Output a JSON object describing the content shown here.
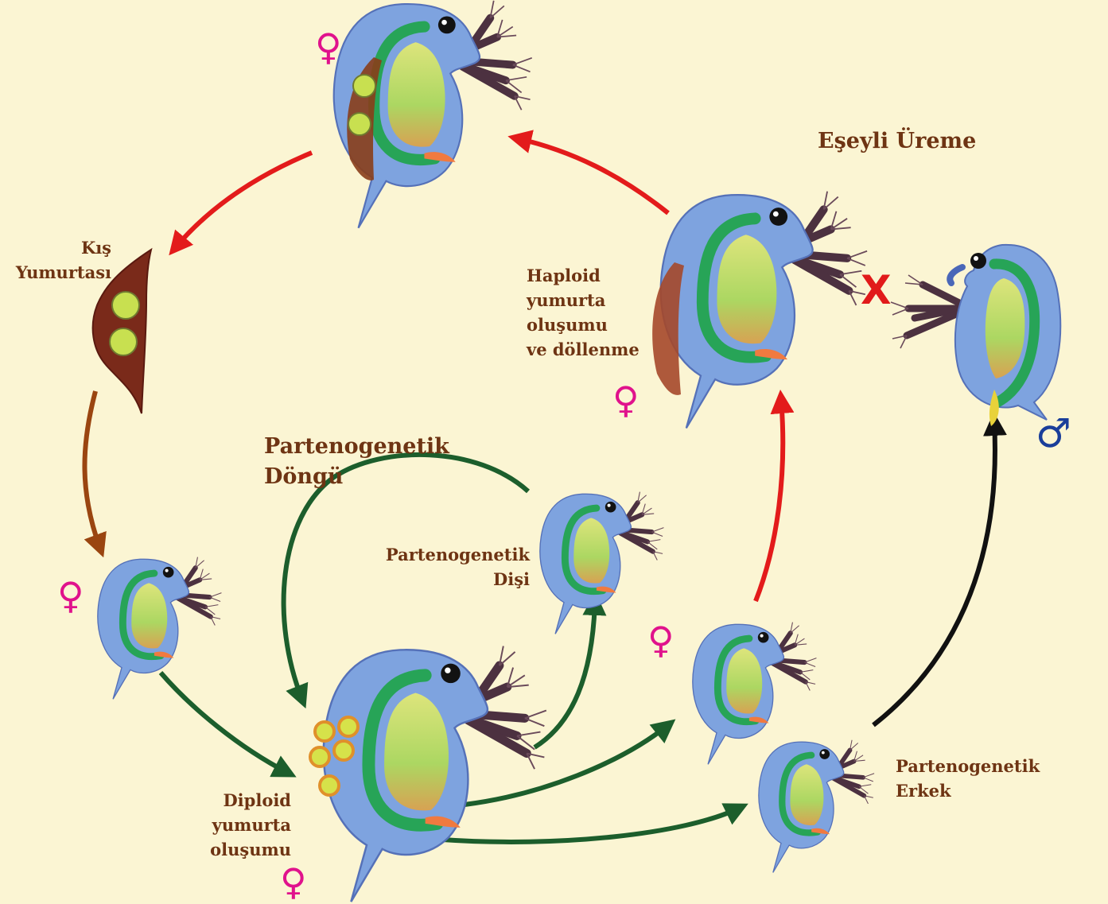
{
  "colors": {
    "background": "#fbf5d3",
    "label_text": "#6e3413",
    "female_symbol": "#e0128c",
    "male_symbol": "#1a3e9a",
    "cross": "#e11a1a",
    "arrow_red": "#e31b1b",
    "arrow_green": "#1c5e2c",
    "arrow_brown": "#9a4510",
    "arrow_black": "#111111",
    "body_blue": "#7ea3df",
    "gut_green": "#27a457",
    "gut_yellow": "#d8ec5a",
    "egg_brown": "#7a2a1a"
  },
  "titles": {
    "sexual": "Eşeyli Üreme",
    "parthenogenetic": "Partenogenetik\nDöngü"
  },
  "labels": {
    "winter_egg": "Kış\nYumurtası",
    "haploid": "Haploid\nyumurta\noluşumu\nve döllenme",
    "diploid": "Diploid\nyumurta\noluşumu",
    "parth_female": "Partenogenetik\nDişi",
    "parth_male": "Partenogenetik\nErkek"
  },
  "symbols": {
    "female": "♀",
    "male": "♂",
    "cross": "X"
  }
}
